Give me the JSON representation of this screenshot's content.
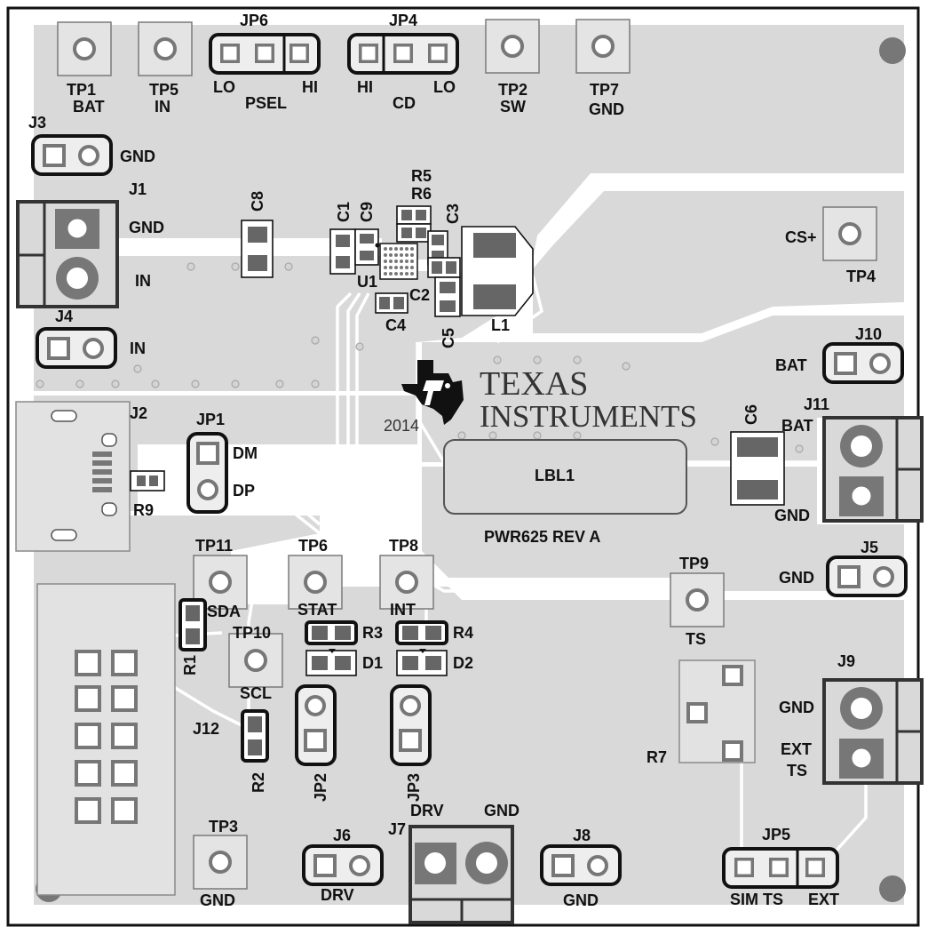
{
  "colors": {
    "board": "#d9d9d9",
    "pad": "#777777",
    "outline": "#111111",
    "trace": "#ffffff",
    "label": "#111111"
  },
  "logo": {
    "icon": "texas-state-ti-logo-icon",
    "line1": "TEXAS",
    "line2": "INSTRUMENTS"
  },
  "texts": {
    "year": "2014",
    "board_rev": "PWR625 REV A",
    "lbl1": "LBL1",
    "psel": "PSEL",
    "cd": "CD"
  },
  "labels": {
    "TP1": "TP1",
    "TP1_sub": "BAT",
    "TP5": "TP5",
    "TP5_sub": "IN",
    "JP6": "JP6",
    "JP6_lo": "LO",
    "JP6_hi": "HI",
    "JP4": "JP4",
    "JP4_hi": "HI",
    "JP4_lo": "LO",
    "TP2": "TP2",
    "TP2_sub": "SW",
    "TP7": "TP7",
    "TP7_sub": "GND",
    "J3": "J3",
    "J3_gnd": "GND",
    "J1": "J1",
    "J1_gnd": "GND",
    "J1_in": "IN",
    "J4": "J4",
    "J4_in": "IN",
    "C8": "C8",
    "C1": "C1",
    "C9": "C9",
    "R5": "R5",
    "R6": "R6",
    "C3": "C3",
    "U1": "U1",
    "C2": "C2",
    "C4": "C4",
    "C5": "C5",
    "L1": "L1",
    "CS": "CS+",
    "TP4": "TP4",
    "J10": "J10",
    "J10_bat": "BAT",
    "C6": "C6",
    "J11": "J11",
    "J11_bat": "BAT",
    "J11_gnd": "GND",
    "J2": "J2",
    "JP1": "JP1",
    "JP1_dm": "DM",
    "JP1_dp": "DP",
    "R9": "R9",
    "J5": "J5",
    "J5_gnd": "GND",
    "TP11": "TP11",
    "TP11_sub": "SDA",
    "TP6": "TP6",
    "TP6_sub": "STAT",
    "TP8": "TP8",
    "TP8_sub": "INT",
    "TP9": "TP9",
    "TP9_sub": "TS",
    "R3": "R3",
    "R4": "R4",
    "D1": "D1",
    "D2": "D2",
    "R1": "R1",
    "TP10": "TP10",
    "TP10_sub": "SCL",
    "J12": "J12",
    "R2": "R2",
    "JP2": "JP2",
    "JP3": "JP3",
    "J9": "J9",
    "J9_gnd": "GND",
    "J9_ext": "EXT",
    "J9_ts": "TS",
    "R7": "R7",
    "TP3": "TP3",
    "TP3_sub": "GND",
    "J6": "J6",
    "J6_drv": "DRV",
    "J7": "J7",
    "J7_drv": "DRV",
    "J7_gnd": "GND",
    "J8": "J8",
    "J8_gnd": "GND",
    "JP5": "JP5",
    "JP5_sim": "SIM TS",
    "JP5_ext": "EXT"
  }
}
